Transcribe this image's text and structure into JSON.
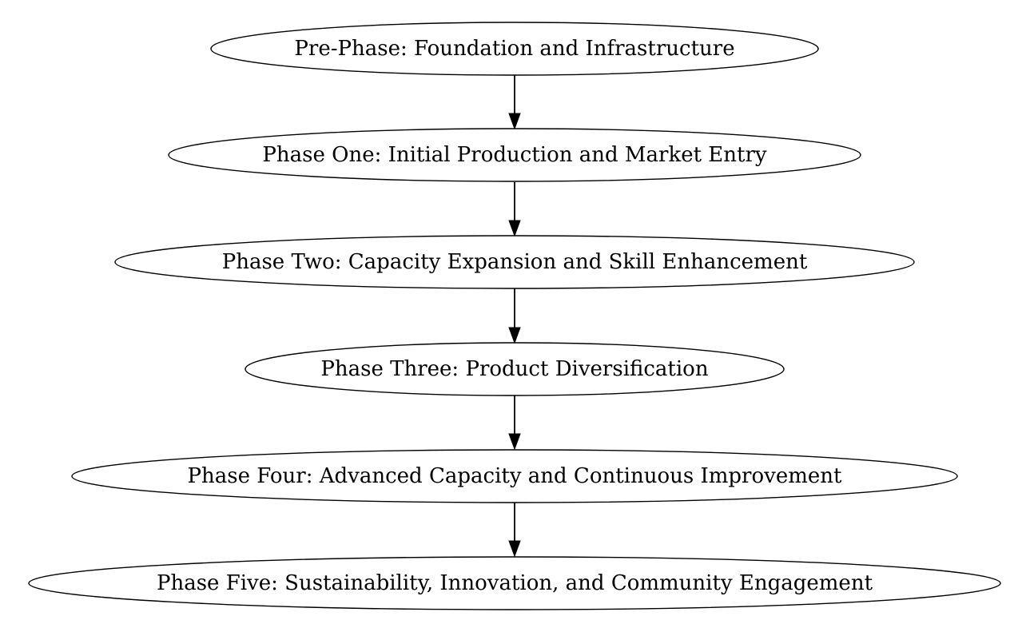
{
  "nodes": [
    {
      "id": "pre_phase",
      "label": "Pre-Phase: Foundation and Infrastructure"
    },
    {
      "id": "phase_one",
      "label": "Phase One: Initial Production and Market Entry"
    },
    {
      "id": "phase_two",
      "label": "Phase Two: Capacity Expansion and Skill Enhancement"
    },
    {
      "id": "phase_three",
      "label": "Phase Three: Product Diversification"
    },
    {
      "id": "phase_four",
      "label": "Phase Four: Advanced Capacity and Continuous Improvement"
    },
    {
      "id": "phase_five",
      "label": "Phase Five: Sustainability, Innovation, and Community Engagement"
    }
  ],
  "edges": [
    {
      "from": "pre_phase",
      "to": "phase_one"
    },
    {
      "from": "phase_one",
      "to": "phase_two"
    },
    {
      "from": "phase_two",
      "to": "phase_three"
    },
    {
      "from": "phase_three",
      "to": "phase_four"
    },
    {
      "from": "phase_four",
      "to": "phase_five"
    }
  ]
}
